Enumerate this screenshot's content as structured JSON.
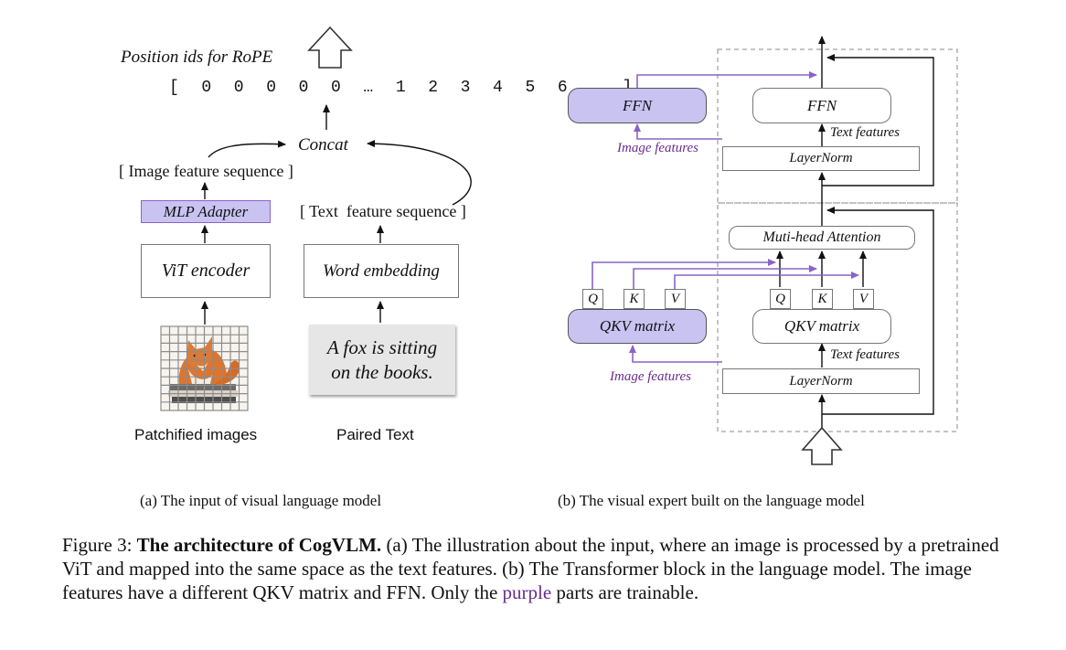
{
  "left": {
    "rope_label": "Position ids for RoPE",
    "position_ids": "[  0  0  0  0  0  …  1  2  3  4  5  6  …  ]",
    "concat": "Concat",
    "image_seq": "[ Image feature sequence ]",
    "text_seq": "[ Text  feature sequence ]",
    "mlp_adapter": "MLP Adapter",
    "vit_encoder": "ViT encoder",
    "word_embedding": "Word embedding",
    "paired_text_line1": "A fox is sitting",
    "paired_text_line2": "on the books.",
    "label_images": "Patchified images",
    "label_text": "Paired Text",
    "subcaption": "(a) The input of visual language model"
  },
  "right": {
    "ffn_image": "FFN",
    "ffn_text": "FFN",
    "image_features_top": "Image features",
    "text_features_top": "Text features",
    "layernorm_top": "LayerNorm",
    "attention": "Muti-head Attention",
    "q_img": "Q",
    "k_img": "K",
    "v_img": "V",
    "q_txt": "Q",
    "k_txt": "K",
    "v_txt": "V",
    "qkv_image": "QKV matrix",
    "qkv_text": "QKV matrix",
    "text_features_bottom": "Text features",
    "image_features_bottom": "Image features",
    "layernorm_bottom": "LayerNorm",
    "subcaption": "(b) The visual expert built on the language model"
  },
  "caption": {
    "prefix": "Figure 3:",
    "bold": "The architecture of CogVLM.",
    "text1": "(a) The illustration about the input, where an image is processed by a pretrained ViT and mapped into the same space as the text features. (b) The Transformer block in the language model. The image features have a different QKV matrix and FFN. Only the",
    "purple_word": "purple",
    "text2": "parts are trainable."
  },
  "colors": {
    "purple_fill": "#c9c3f2",
    "purple_line": "#8a63c6",
    "purple_text": "#6a2c91",
    "grey_box": "#e6e6e6"
  }
}
